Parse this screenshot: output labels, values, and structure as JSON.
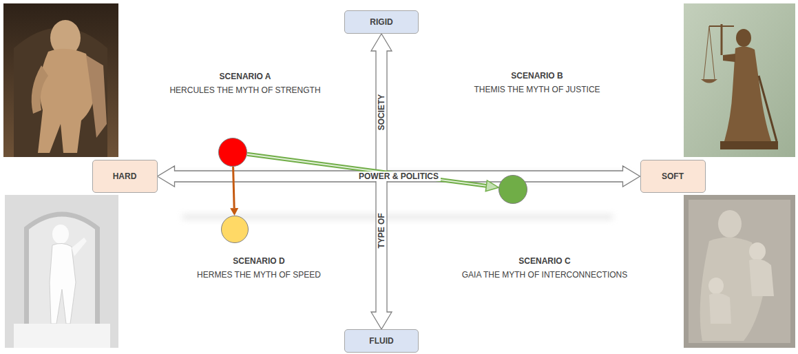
{
  "diagram": {
    "nodes": [
      {
        "text": [
          "RIGID"
        ]
      },
      {
        "text": [
          "SCENARIO A",
          "HERCULES THE MYTH OF STRENGTH"
        ]
      },
      {
        "text": [
          "HARD"
        ]
      },
      {
        "text": [
          "SOFT"
        ]
      },
      {
        "text": [
          "SCENARIO C",
          "GAIA THE MYTH OF INTERCONNECTIONS"
        ]
      },
      {
        "text": [
          "SCENARIO D",
          "HERMES THE MYTH OF SPEED"
        ]
      },
      {
        "text": [
          "FLUID"
        ]
      }
    ],
    "edges": [
      {
        "from": 2,
        "to": 3,
        "arrow": "both",
        "label": "POWER & POLITICS"
      },
      {
        "from": 0,
        "to": 6,
        "arrow": "both"
      },
      {
        "from": 1,
        "to": 5,
        "arrow": "to"
      },
      {
        "from": 1,
        "to": 4,
        "arrow": "to"
      }
    ],
    "labels": [
      "SCENARIO B",
      "THEMIS THE MYTH OF JUSTICE",
      "SOCIETY",
      "TYPE OF"
    ]
  }
}
